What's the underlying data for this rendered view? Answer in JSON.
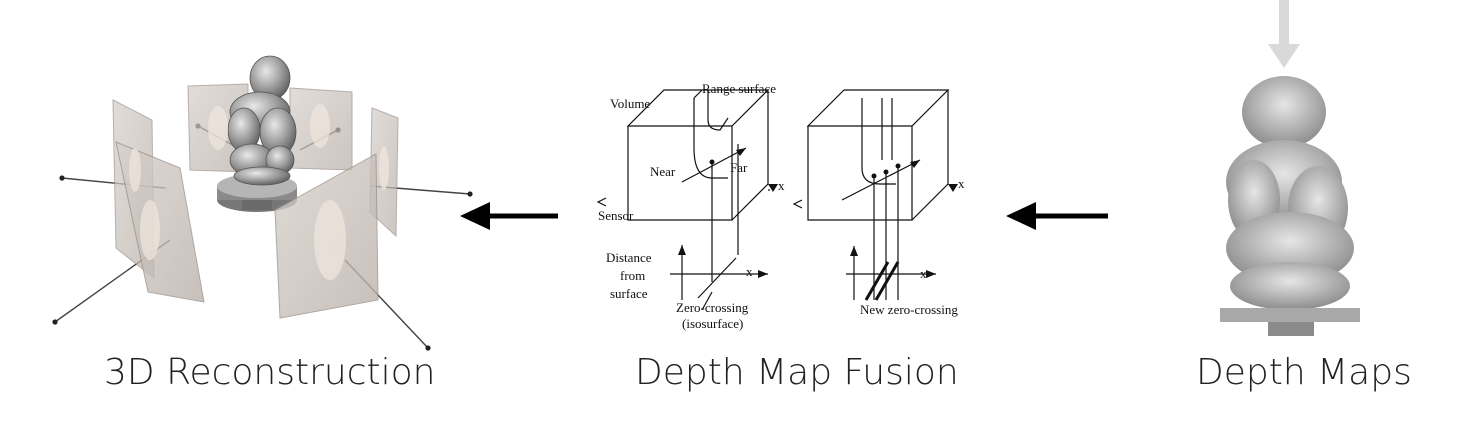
{
  "captions": {
    "reconstruction": "3D Reconstruction",
    "fusion": "Depth Map Fusion",
    "depth_maps": "Depth Maps"
  },
  "fusion_diagram": {
    "volume": "Volume",
    "range_surface": "Range surface",
    "near": "Near",
    "far": "Far",
    "sensor": "Sensor",
    "x_axis": "x",
    "distance_line1": "Distance",
    "distance_line2": "from",
    "distance_line3": "surface",
    "zero_crossing_line1": "Zero-crossing",
    "zero_crossing_line2": "(isosurface)",
    "new_zero_crossing": "New zero-crossing"
  },
  "colors": {
    "arrow": "#000000",
    "top_arrow": "#d9d9d9",
    "sculpture": "#9a9a9a",
    "image_plane": "#c9bfb8"
  }
}
